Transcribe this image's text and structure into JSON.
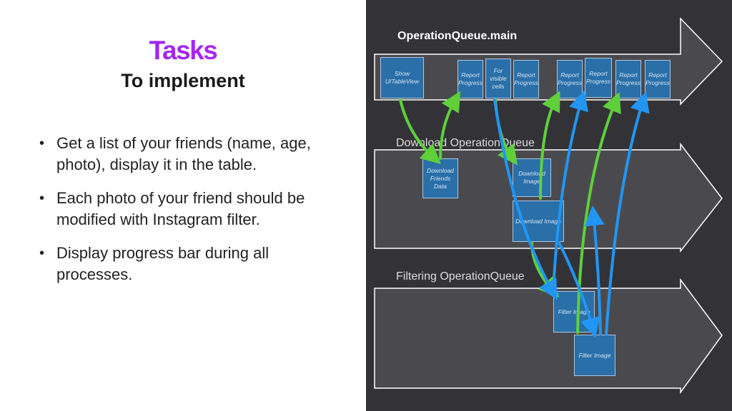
{
  "slide": {
    "title": "Tasks",
    "subtitle": "To implement",
    "bullets": [
      "Get a list of your friends (name, age, photo), display it in the table.",
      "Each photo of your friend should be modified with Instagram filter.",
      "Display progress bar during all processes."
    ]
  },
  "diagram": {
    "lanes": {
      "main": "OperationQueue.main",
      "download": "Download OperationQueue",
      "filtering": "Filtering OperationQueue"
    },
    "tasks": {
      "show_tableview": "Show UITableView",
      "report_progress": "Report Progress",
      "for_visible_cells": "For visible cells",
      "download_friends": "Download Friends Data",
      "download_image": "Download Image",
      "filter_image": "Filter Image"
    },
    "colors": {
      "green_arrow": "#5fcf3a",
      "blue_arrow": "#2196f3",
      "lane_fill": "#4a4a4e",
      "task_fill": "#2a6fa8"
    }
  }
}
